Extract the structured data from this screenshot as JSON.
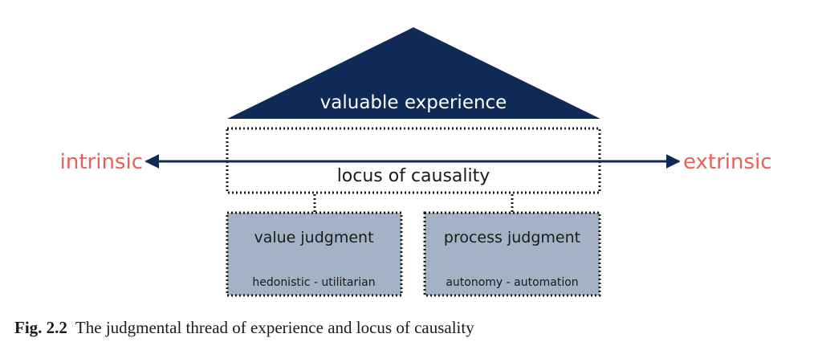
{
  "diagram": {
    "roof_label": "valuable experience",
    "locus_label": "locus of causality",
    "axis_left": "intrinsic",
    "axis_right": "extrinsic",
    "boxes": [
      {
        "title": "value judgment",
        "subtitle": "hedonistic - utilitarian"
      },
      {
        "title": "process judgment",
        "subtitle": "autonomy - automation"
      }
    ]
  },
  "caption": {
    "label": "Fig. 2.2",
    "text": "The judgmental thread of experience and locus of causality"
  },
  "colors": {
    "navy": "#0f2a57",
    "axis_label": "#e8605c",
    "box_fill": "#a3b2c4",
    "text_dark": "#1a1a1a",
    "roof_text": "#ffffff"
  }
}
